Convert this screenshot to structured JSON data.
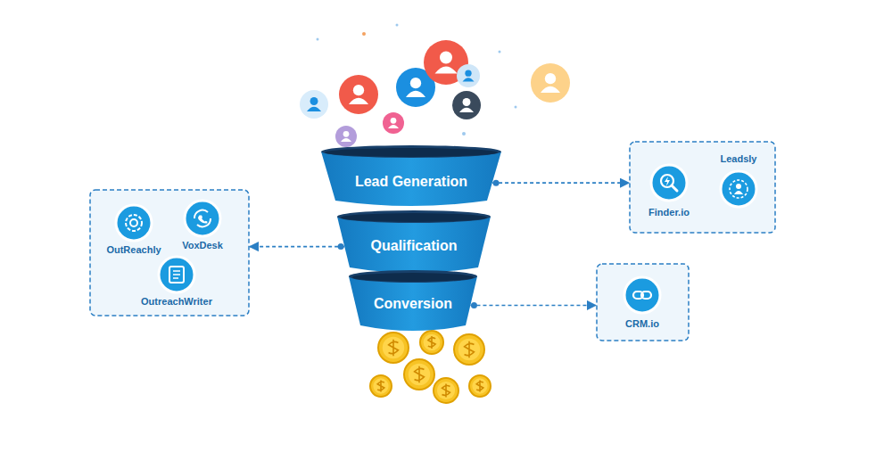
{
  "diagram": {
    "nodes": [
      {
        "text": [
          "Lead Generation"
        ]
      },
      {
        "text": [
          "Qualification"
        ]
      },
      {
        "text": [
          "Conversion"
        ]
      },
      {
        "text": [
          "OutReachly",
          "VoxDesk",
          "OutreachWriter"
        ]
      },
      {
        "text": [
          "Finder.io",
          "Leadsly"
        ]
      },
      {
        "text": [
          "CRM.io"
        ]
      }
    ],
    "edges": [
      {
        "from": 0,
        "to": 4,
        "arrow": "to"
      },
      {
        "from": 1,
        "to": 3,
        "arrow": "to"
      },
      {
        "from": 2,
        "to": 5,
        "arrow": "to"
      }
    ]
  }
}
